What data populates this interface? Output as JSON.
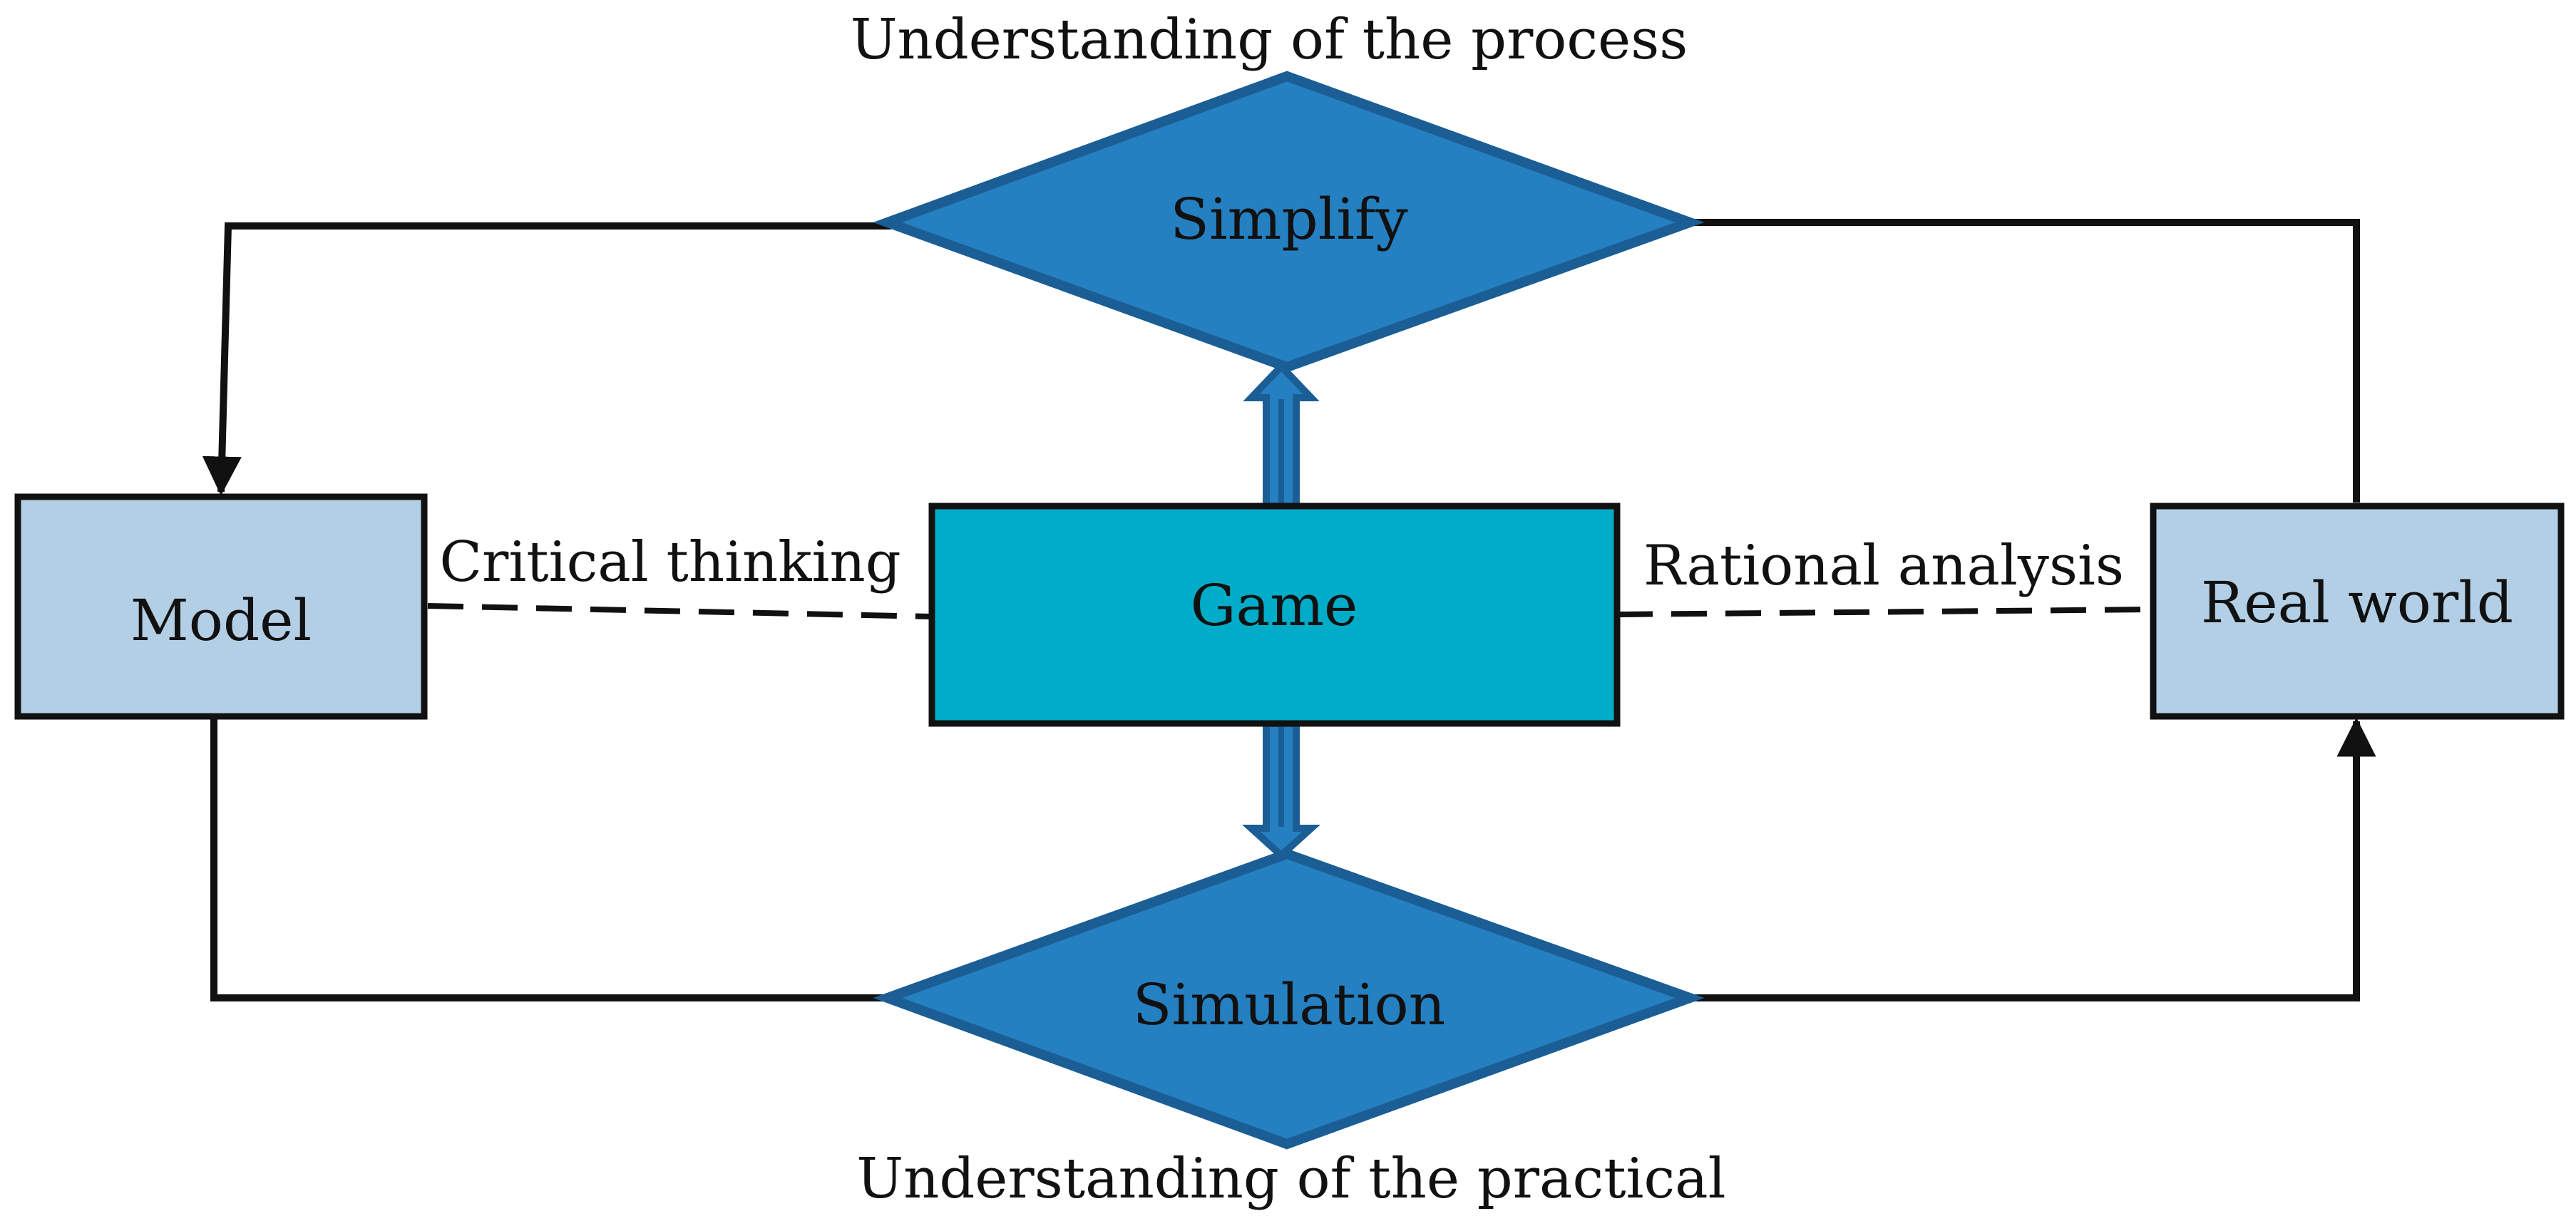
{
  "nodes": {
    "model": {
      "label": "Model"
    },
    "game": {
      "label": "Game"
    },
    "real_world": {
      "label": "Real world"
    },
    "simplify": {
      "label": "Simplify"
    },
    "simulation": {
      "label": "Simulation"
    }
  },
  "edge_labels": {
    "critical_thinking": "Critical thinking",
    "rational_analysis": "Rational analysis",
    "understanding_process": "Understanding of the process",
    "understanding_practical": "Understanding of the practical"
  },
  "colors": {
    "light_box_fill": "#b3cfe6",
    "game_fill": "#00acc8",
    "diamond_fill": "#2580c1",
    "diamond_stroke": "#1b5e95",
    "line": "#111111"
  }
}
